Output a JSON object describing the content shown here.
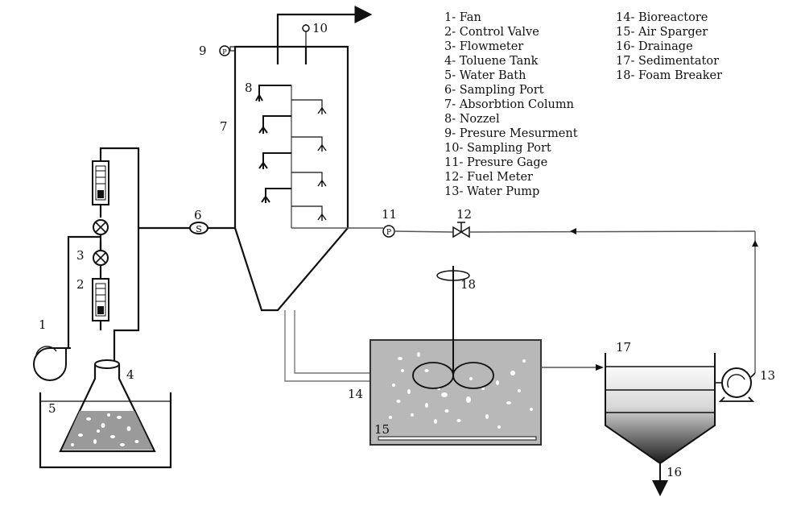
{
  "legend": [
    "1- Fan",
    "2- Control Valve",
    "3- Flowmeter",
    "4- Toluene Tank",
    "5- Water Bath",
    "6- Sampling Port",
    "7- Absorbtion Column",
    "8- Nozzel",
    "9- Presure Mesurment",
    "10- Sampling Port",
    "11- Presure Gage",
    "12- Fuel Meter",
    "13- Water Pump",
    "14- Bioreactore",
    "15- Air Sparger",
    "16- Drainage",
    "17- Sedimentator",
    "18- Foam Breaker"
  ],
  "numbers": {
    "n1": "1",
    "n2": "2",
    "n3": "3",
    "n4": "4",
    "n5": "5",
    "n6": "6",
    "n7": "7",
    "n8": "8",
    "n9": "9",
    "n10": "10",
    "n11": "11",
    "n12": "12",
    "n13": "13",
    "n14": "14",
    "n15": "15",
    "n16": "16",
    "n17": "17",
    "n18": "18"
  },
  "symbols": {
    "sampling_port": "S",
    "pressure": "P"
  },
  "colors": {
    "line": "#111111",
    "liquid_grey": "#9a9a9a",
    "bioreactor_fill": "#b8b8b8"
  }
}
